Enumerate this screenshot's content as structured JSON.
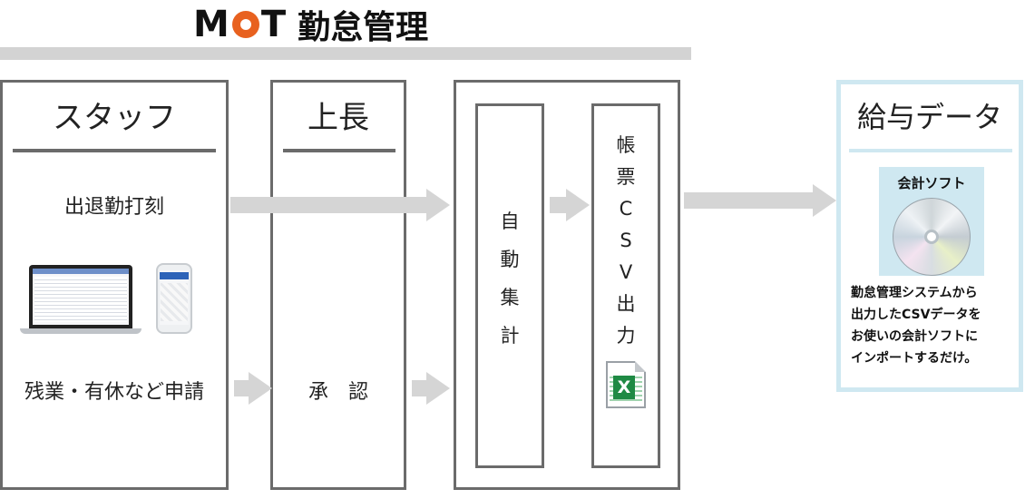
{
  "header": {
    "logo_m": "M",
    "logo_t": "T",
    "logo_suffix": "勤怠管理"
  },
  "staff": {
    "title": "スタッフ",
    "punch": "出退勤打刻",
    "request": "残業・有休など申請"
  },
  "boss": {
    "title": "上長",
    "approve": "承　認"
  },
  "system": {
    "aggregate_chars": [
      "自",
      "動",
      "集",
      "計"
    ],
    "csv_chars": [
      "帳",
      "票",
      "C",
      "S",
      "V",
      "出",
      "力"
    ]
  },
  "salary": {
    "title": "給与データ",
    "software_label": "会計ソフト",
    "description_lines": [
      "勤怠管理システムから",
      "出力したCSVデータを",
      "お使いの会計ソフトに",
      "インポートするだけ。"
    ]
  },
  "colors": {
    "frame_gray": "#6b6b6b",
    "arrow_gray": "#d5d5d5",
    "accent_orange": "#e8611f",
    "light_blue": "#cfe8f1",
    "excel_green": "#1f8a44"
  },
  "icons": {
    "laptop": "laptop-icon",
    "phone": "smartphone-icon",
    "excel": "excel-file-icon",
    "cd": "cd-disc-icon"
  }
}
